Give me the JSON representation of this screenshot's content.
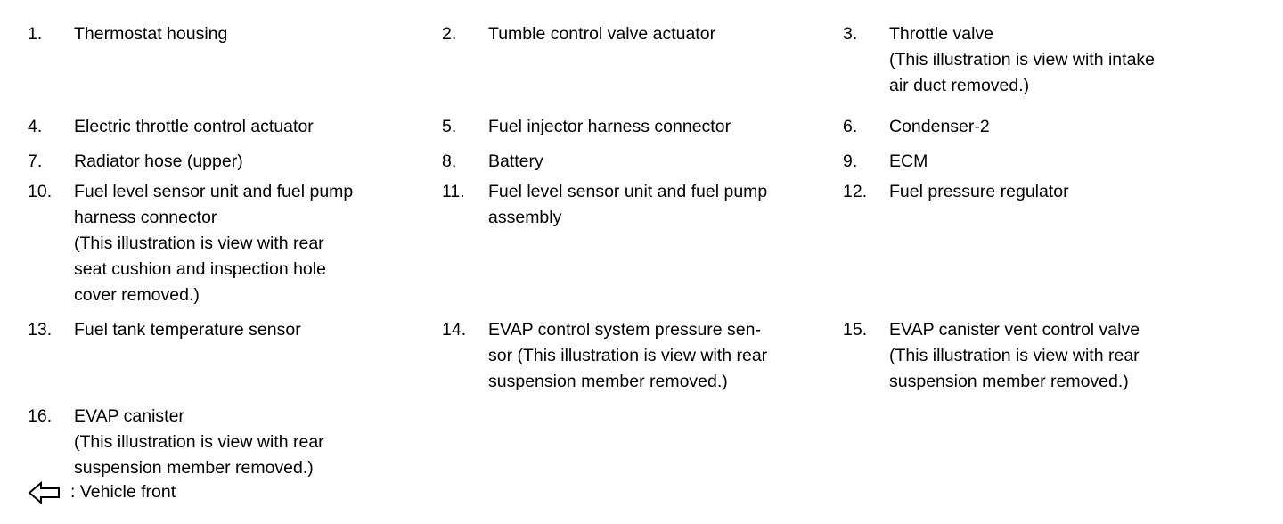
{
  "document": {
    "type": "component-legend-list",
    "text_color": "#000000",
    "background_color": "#ffffff"
  },
  "legend": {
    "rows": [
      {
        "entries": [
          {
            "number": "1.",
            "label": "Thermostat housing"
          },
          {
            "number": "2.",
            "label": "Tumble control valve actuator"
          },
          {
            "number": "3.",
            "label": "Throttle valve\n(This illustration is view with intake\nair duct removed.)"
          }
        ]
      },
      {
        "entries": [
          {
            "number": "4.",
            "label": "Electric throttle control actuator"
          },
          {
            "number": "5.",
            "label": "Fuel injector harness connector"
          },
          {
            "number": "6.",
            "label": "Condenser-2"
          }
        ]
      },
      {
        "entries": [
          {
            "number": "7.",
            "label": "Radiator hose (upper)"
          },
          {
            "number": "8.",
            "label": "Battery"
          },
          {
            "number": "9.",
            "label": "ECM"
          }
        ]
      },
      {
        "entries": [
          {
            "number": "10.",
            "label": "Fuel level sensor unit and fuel pump\nharness connector\n(This illustration is view with rear\nseat cushion and inspection hole\ncover removed.)"
          },
          {
            "number": "11.",
            "label": "Fuel level sensor unit and fuel pump\nassembly"
          },
          {
            "number": "12.",
            "label": "Fuel pressure regulator"
          }
        ]
      },
      {
        "entries": [
          {
            "number": "13.",
            "label": "Fuel tank temperature sensor"
          },
          {
            "number": "14.",
            "label": "EVAP control system pressure sen-\nsor (This illustration is view with rear\nsuspension member removed.)"
          },
          {
            "number": "15.",
            "label": "EVAP canister vent control valve\n(This illustration is view with rear\nsuspension member removed.)"
          }
        ]
      },
      {
        "entries": [
          {
            "number": "16.",
            "label": "EVAP canister\n(This illustration is view with rear\nsuspension member removed.)"
          },
          {
            "number": "",
            "label": ""
          },
          {
            "number": "",
            "label": ""
          }
        ]
      }
    ]
  },
  "footnote": {
    "icon": "arrow-left-outline-icon",
    "text": ": Vehicle front"
  }
}
